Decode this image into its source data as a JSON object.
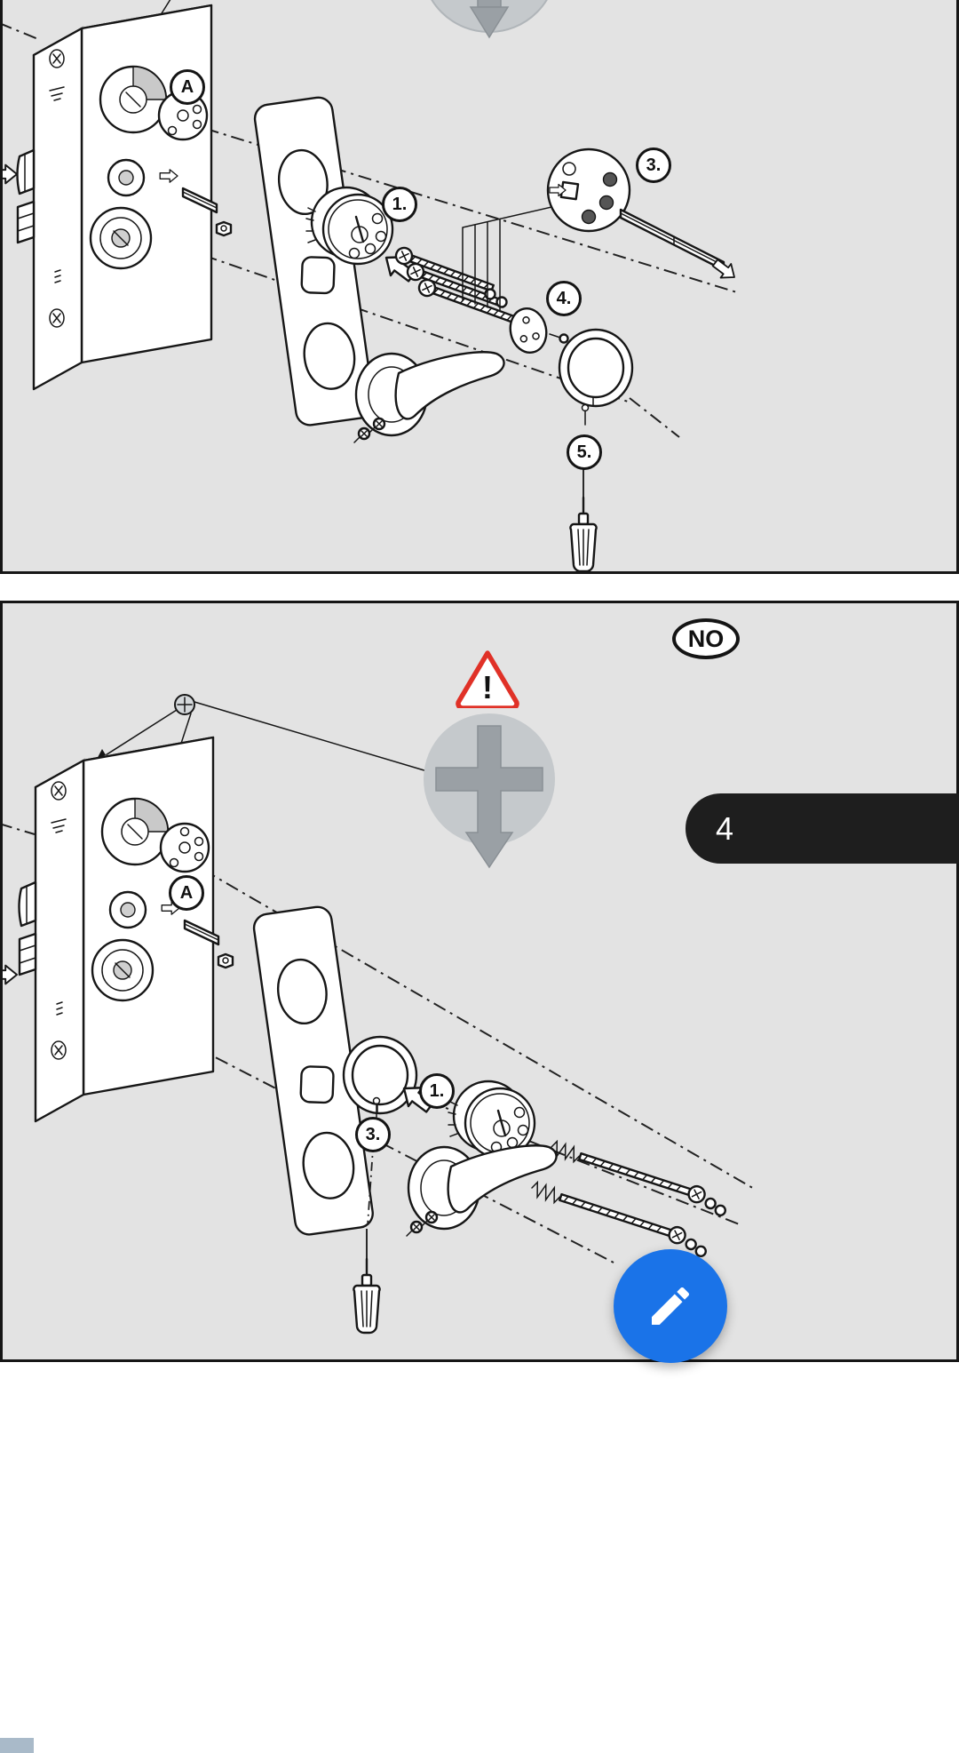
{
  "viewer": {
    "page_number": "4"
  },
  "icons": {
    "fab": "pencil-edit-icon",
    "tool": "phillips-screwdriver-icon",
    "warning": "warning-triangle-icon",
    "screw_symbol": "phillips-screw-icon"
  },
  "colors": {
    "panel_background": "#e3e3e3",
    "panel_border": "#161616",
    "line_art": "#161616",
    "warning_red": "#e03127",
    "fab_blue": "#1a73e8",
    "page_tab_black": "#1e1e1e",
    "tool_gray_fill": "#c5c9cc",
    "tool_cross_gray": "#9aa0a5"
  },
  "panel_top": {
    "callout_a": "A",
    "step_1": "1.",
    "step_3": "3.",
    "step_4": "4.",
    "step_5": "5."
  },
  "panel_bottom": {
    "badge_no": "NO",
    "warning_mark": "!",
    "callout_a": "A",
    "step_1": "1.",
    "step_3": "3."
  }
}
